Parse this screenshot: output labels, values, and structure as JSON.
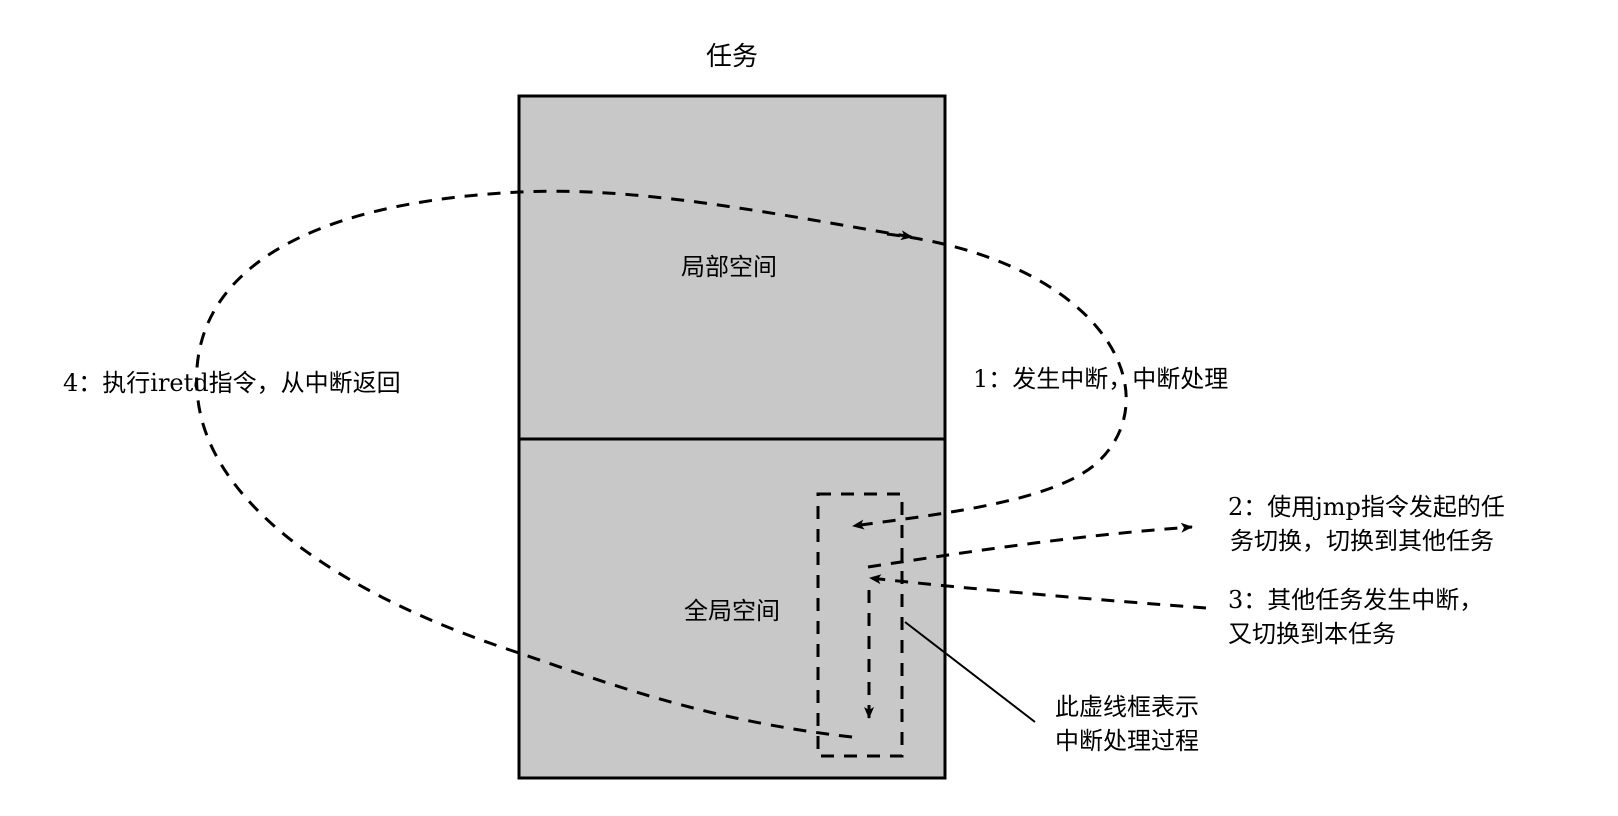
{
  "task_title": "任务",
  "regions": {
    "local": "局部空间",
    "global": "全局空间"
  },
  "annotations": {
    "step1": "1：发生中断，中断处理",
    "step2": [
      "2：使用jmp指令发起的任",
      "务切换，切换到其他任务"
    ],
    "step3": [
      "3：其他任务发生中断，",
      "又切换到本任务"
    ],
    "step4": "4：执行iretd指令，从中断返回",
    "dashed_box_note": [
      "此虚线框表示",
      "中断处理过程"
    ]
  },
  "colors": {
    "region_fill": "#c8c8c8",
    "line": "#000000"
  }
}
